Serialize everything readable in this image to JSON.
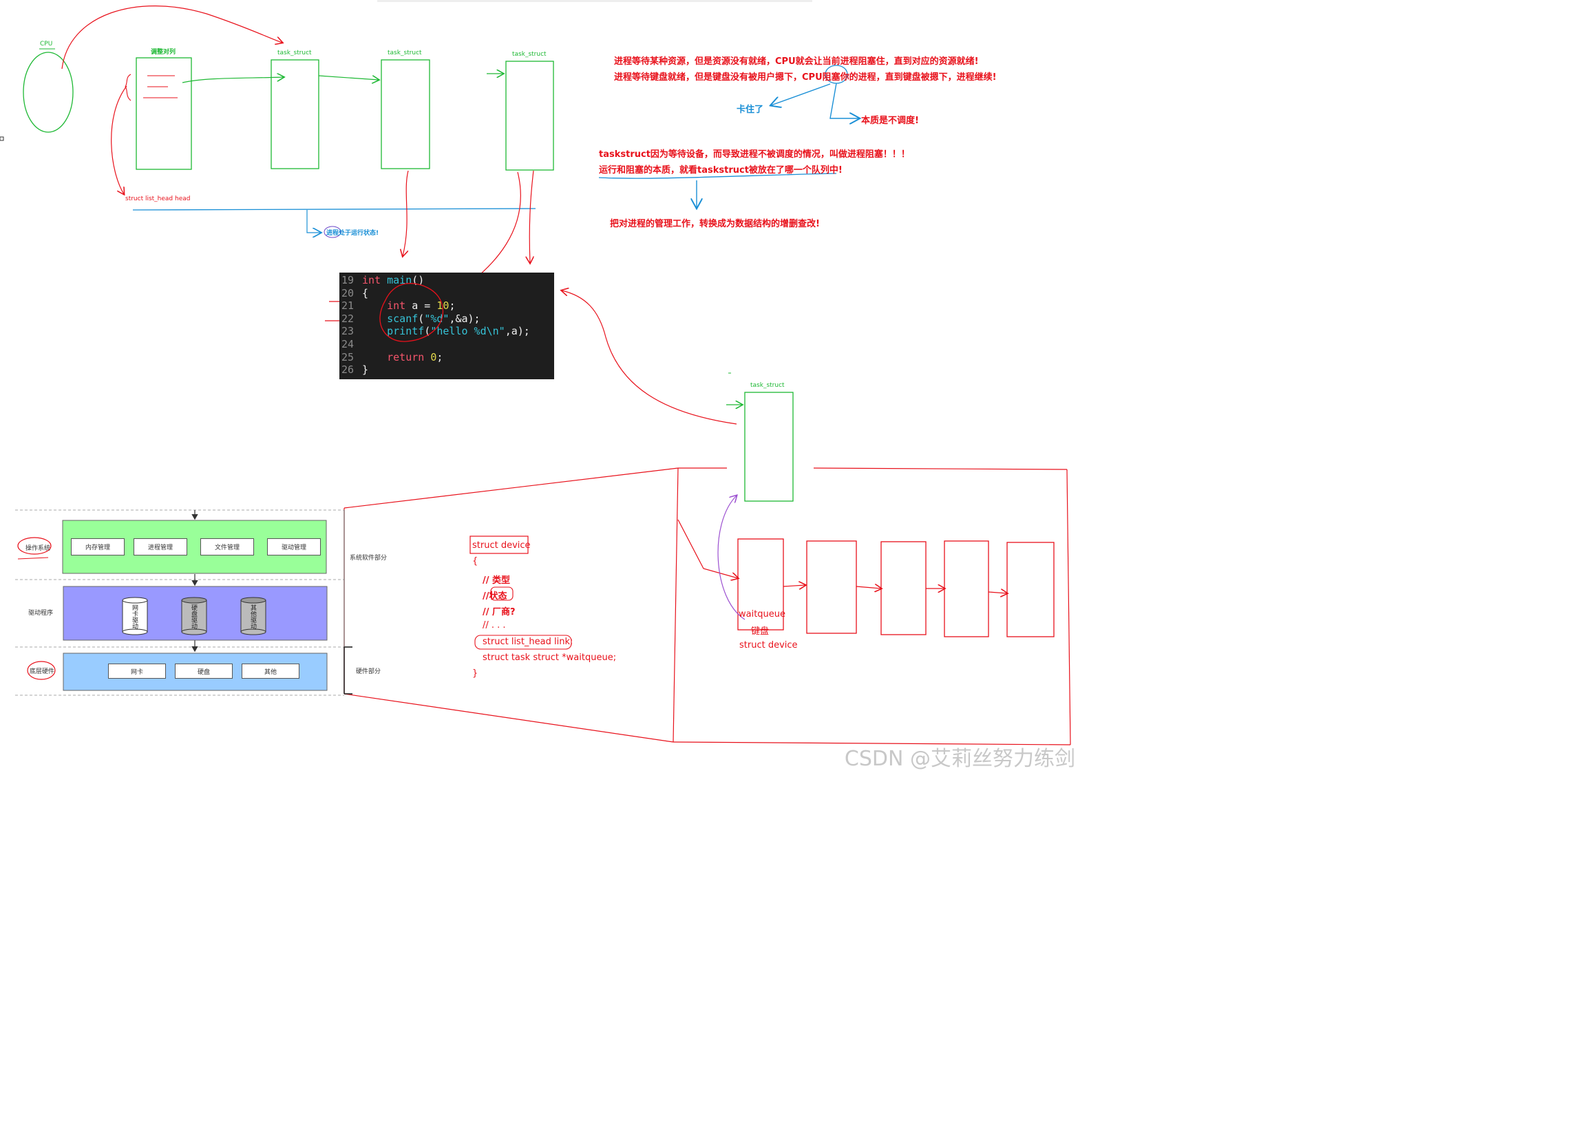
{
  "top": {
    "cpu_label": "CPU",
    "queue_label": "调整对列",
    "task_struct_labels": [
      "task_struct",
      "task_struct",
      "task_struct"
    ],
    "list_head_label": "struct list_head head",
    "running_label": "进程处于运行状态!"
  },
  "notes": {
    "line1": "进程等待某种资源，但是资源没有就绪，CPU就会让当前进程阻塞住，直到对应的资源就绪!",
    "line2": "进程等待键盘就绪，但是键盘没有被用户摁下，CPU阻塞你的进程，直到键盘被摁下，进程继续!",
    "stuck": "卡住了",
    "essence": "本质是不调度!",
    "blocked1": "taskstruct因为等待设备，而导致进程不被调度的情况，叫做进程阻塞！！！",
    "blocked2": "运行和阻塞的本质，就看taskstruct被放在了哪一个队列中!",
    "conclusion": "把对进程的管理工作，转换成为数据结构的增删查改!"
  },
  "code": {
    "lines": [
      {
        "no": "19",
        "parts": [
          [
            "kw",
            "int "
          ],
          [
            "fn",
            "main"
          ],
          [
            "plain",
            "()"
          ]
        ]
      },
      {
        "no": "20",
        "parts": [
          [
            "plain",
            "{"
          ]
        ]
      },
      {
        "no": "21",
        "parts": [
          [
            "plain",
            "    "
          ],
          [
            "kw",
            "int"
          ],
          [
            "plain",
            " a = "
          ],
          [
            "num",
            "10"
          ],
          [
            "plain",
            ";"
          ]
        ]
      },
      {
        "no": "22",
        "parts": [
          [
            "plain",
            "    "
          ],
          [
            "fn",
            "scanf"
          ],
          [
            "plain",
            "("
          ],
          [
            "str",
            "\"%d\""
          ],
          [
            "plain",
            ",&a);"
          ]
        ]
      },
      {
        "no": "23",
        "parts": [
          [
            "plain",
            "    "
          ],
          [
            "fn",
            "printf"
          ],
          [
            "plain",
            "("
          ],
          [
            "str",
            "\"hello %d\\n\""
          ],
          [
            "plain",
            ",a);"
          ]
        ]
      },
      {
        "no": "24",
        "parts": []
      },
      {
        "no": "25",
        "parts": [
          [
            "plain",
            "    "
          ],
          [
            "kw",
            "return "
          ],
          [
            "num",
            "0"
          ],
          [
            "plain",
            ";"
          ]
        ]
      },
      {
        "no": "26",
        "parts": [
          [
            "plain",
            "}"
          ]
        ]
      }
    ]
  },
  "os": {
    "left_labels": [
      "操作系统",
      "驱动程序",
      "底层硬件"
    ],
    "modules": [
      "内存管理",
      "进程管理",
      "文件管理",
      "驱动管理"
    ],
    "drivers": [
      "网卡驱动",
      "硬盘驱动",
      "其他驱动"
    ],
    "hardware": [
      "网卡",
      "硬盘",
      "其他"
    ],
    "right_labels": [
      "系统软件部分",
      "硬件部分"
    ]
  },
  "device": {
    "title": "struct device",
    "lines": [
      "{",
      "// 类型",
      "//状态",
      "// 厂商?",
      "// . . .",
      "struct list_head link;",
      "struct task struct *waitqueue;",
      "}"
    ],
    "box_texts": [
      "waitqueue",
      "键盘"
    ],
    "struct_label": "struct device",
    "task_struct_label": "task_struct"
  },
  "watermark": "CSDN @艾莉丝努力练剑",
  "colors": {
    "green": "#1db833",
    "red": "#e8111b",
    "blue": "#1a8fd6",
    "purple": "#9b4fd0",
    "os_green": "#99ff99",
    "os_purple": "#9999ff",
    "os_blue": "#99ccff"
  }
}
